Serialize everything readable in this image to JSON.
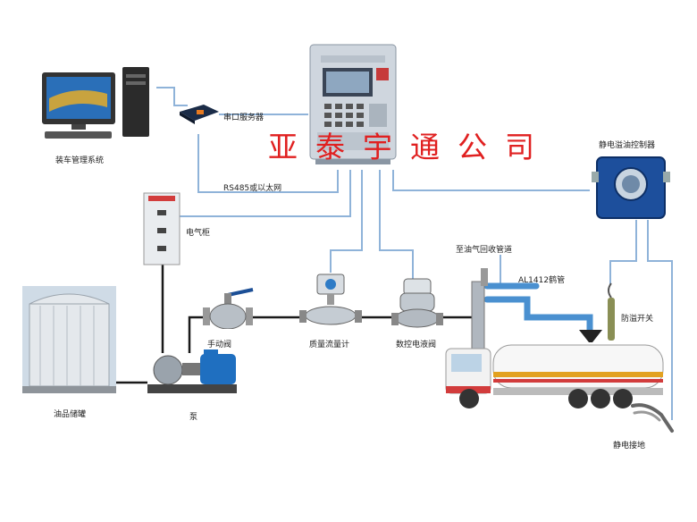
{
  "company_name": "亚泰宇通公司",
  "labels": {
    "computer": "装车管理系统",
    "serial_server": "串口服务器",
    "rs485": "RS485或以太网",
    "electric_cabinet": "电气柜",
    "static_controller": "静电溢油控制器",
    "oil_gas_recovery": "至油气回收管道",
    "arm": "AL1412鹤管",
    "anti_overflow": "防溢开关",
    "static_ground": "静电接地",
    "manual_valve": "手动阀",
    "flow_meter": "质量流量计",
    "control_valve": "数控电液阀",
    "tank": "油品储罐",
    "pump": "泵"
  },
  "colors": {
    "wire": "#8fb3d9",
    "pipe": "#1a1a1a",
    "company": "#e02020",
    "cabinet_blue": "#1d4f9c",
    "controller_gray": "#cfd6de"
  }
}
